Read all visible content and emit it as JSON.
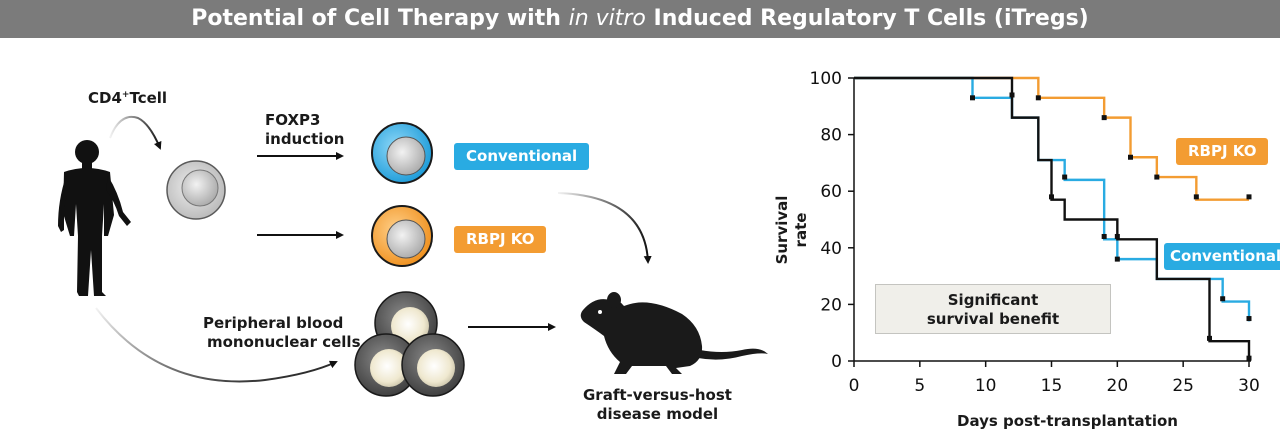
{
  "header": {
    "title_before": "Potential of Cell Therapy with ",
    "title_italic": "in vitro",
    "title_after": " Induced Regulatory T Cells (iTregs)"
  },
  "diagram": {
    "cd4_label": "CD4",
    "cd4_sup": "+",
    "cd4_rest": "Tcell",
    "foxp3_line1": "FOXP3",
    "foxp3_line2": "induction",
    "pbmc_line1": "Peripheral blood",
    "pbmc_line2": "mononuclear cells",
    "gvhd_line1": "Graft-versus-host",
    "gvhd_line2": "disease model",
    "conventional_tag": "Conventional",
    "rbpj_tag": "RBPJ KO"
  },
  "colors": {
    "conventional": "#29abe2",
    "rbpj_ko": "#f39c32",
    "untreated": "#111111",
    "banner": "#7b7b7b"
  },
  "chart_data": {
    "type": "line",
    "xlabel": "Days post-transplantation",
    "ylabel": "Survival rate",
    "xlim": [
      0,
      30
    ],
    "ylim": [
      0,
      100
    ],
    "xticks": [
      0,
      5,
      10,
      15,
      20,
      25,
      30
    ],
    "yticks": [
      0,
      20,
      40,
      60,
      80,
      100
    ],
    "annotation_line1": "Significant",
    "annotation_line2": "survival benefit",
    "series": [
      {
        "name": "RBPJ KO",
        "color": "#f39c32",
        "x": [
          0,
          14,
          19,
          21,
          23,
          26,
          30
        ],
        "y": [
          100,
          93,
          86,
          72,
          65,
          57,
          57
        ],
        "censored": [
          [
            14,
            93
          ],
          [
            19,
            86
          ],
          [
            21,
            72
          ],
          [
            23,
            65
          ],
          [
            26,
            58
          ],
          [
            30,
            58
          ]
        ]
      },
      {
        "name": "Conventional",
        "color": "#29abe2",
        "x": [
          0,
          9,
          12,
          14,
          16,
          19,
          20,
          23,
          28,
          30
        ],
        "y": [
          100,
          93,
          86,
          71,
          64,
          43,
          36,
          29,
          21,
          14
        ],
        "censored": [
          [
            9,
            93
          ],
          [
            16,
            65
          ],
          [
            19,
            44
          ],
          [
            20,
            36
          ],
          [
            28,
            22
          ],
          [
            30,
            15
          ]
        ]
      },
      {
        "name": "",
        "color": "#111111",
        "x": [
          0,
          12,
          14,
          15,
          16,
          20,
          23,
          27,
          30
        ],
        "y": [
          100,
          86,
          71,
          57,
          50,
          43,
          29,
          7,
          0
        ],
        "censored": [
          [
            12,
            94
          ],
          [
            15,
            58
          ],
          [
            20,
            44
          ],
          [
            27,
            8
          ],
          [
            30,
            1
          ]
        ]
      }
    ]
  }
}
